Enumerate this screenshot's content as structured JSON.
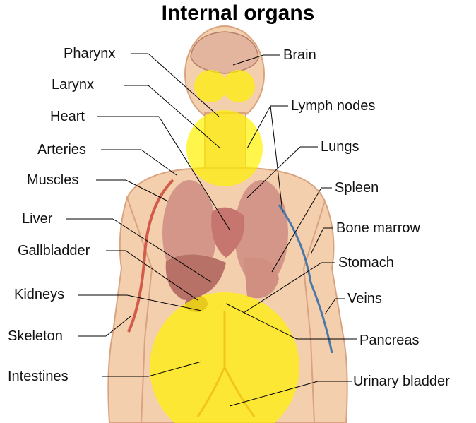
{
  "title": "Internal organs",
  "labels_left": [
    "Pharynx",
    "Larynx",
    "Heart",
    "Arteries",
    "Muscles",
    "Liver",
    "Gallbladder",
    "Kidneys",
    "Skeleton",
    "Intestines"
  ],
  "labels_right": [
    "Brain",
    "Lymph nodes",
    "Lungs",
    "Spleen",
    "Bone marrow",
    "Stomach",
    "Veins",
    "Pancreas",
    "Urinary bladder"
  ],
  "colors": {
    "skin": "#f3cfae",
    "skin_edge": "#d9a37f",
    "organ": "#c9847c",
    "artery": "#d25b4a",
    "vein": "#4b78a8",
    "highlight": "#fff200",
    "leader": "#000000"
  }
}
